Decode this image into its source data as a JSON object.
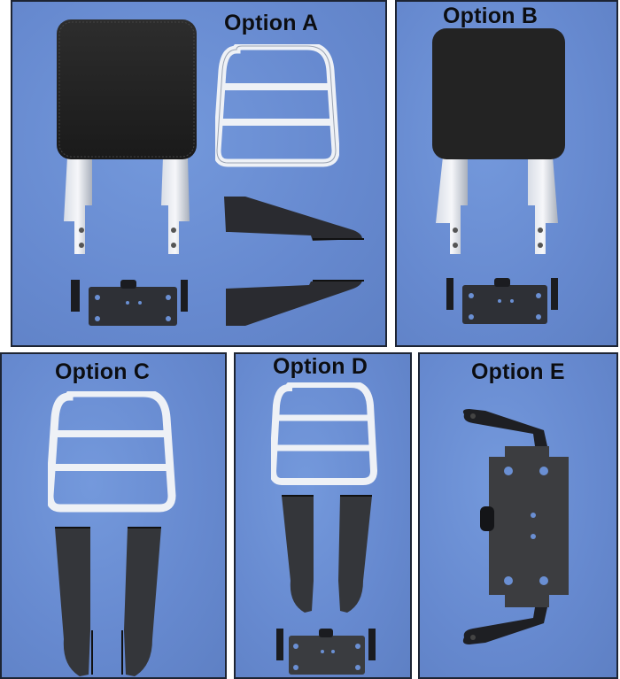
{
  "background_color": "#ffffff",
  "panel_color": "#6a8fd3",
  "panel_border_color": "#1d2433",
  "panels": [
    {
      "id": "A",
      "label": "Option A",
      "contents": [
        "backrest pad with chrome uprights",
        "chrome luggage rack",
        "two black side brackets",
        "black mounting plate"
      ]
    },
    {
      "id": "B",
      "label": "Option B",
      "contents": [
        "backrest pad with chrome uprights",
        "black mounting plate"
      ]
    },
    {
      "id": "C",
      "label": "Option C",
      "contents": [
        "chrome luggage rack",
        "two black side brackets"
      ]
    },
    {
      "id": "D",
      "label": "Option D",
      "contents": [
        "chrome luggage rack",
        "two black side brackets",
        "black mounting plate"
      ]
    },
    {
      "id": "E",
      "label": "Option E",
      "contents": [
        "black mounting plate (close-up)"
      ]
    }
  ]
}
